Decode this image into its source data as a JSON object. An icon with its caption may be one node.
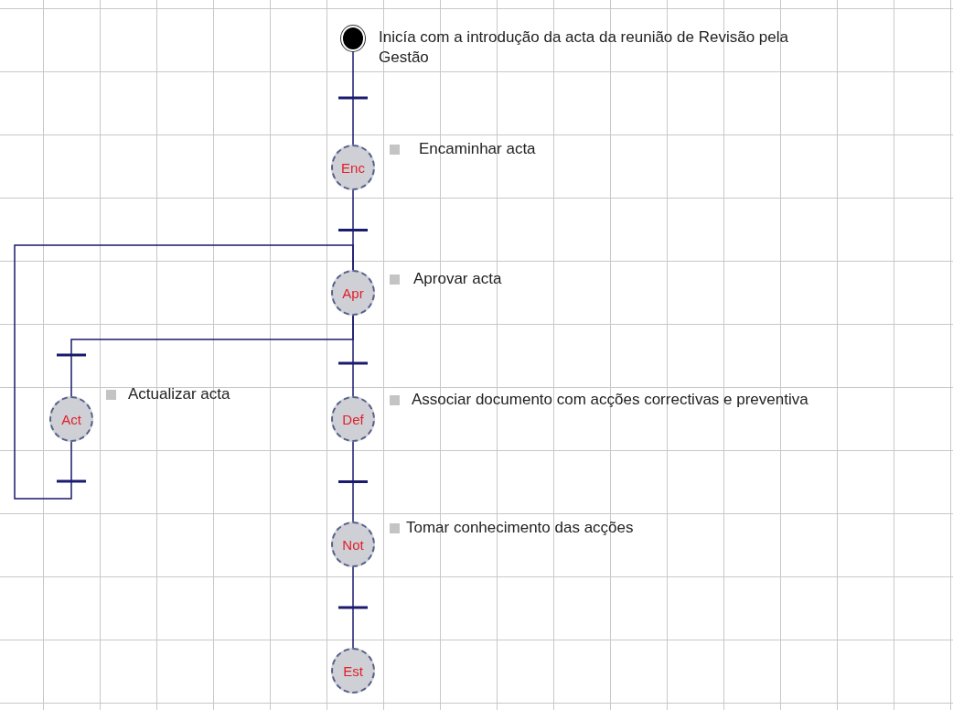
{
  "diagram": {
    "nodes": [
      {
        "text": [],
        "shape": "circle",
        "beside": [
          "Inicía com a introdução da acta da reunião de Revisão pela Gestão"
        ]
      },
      {
        "text": [
          "Enc"
        ],
        "beside": [
          "Encaminhar acta"
        ]
      },
      {
        "text": [
          "Apr"
        ],
        "beside": [
          "Aprovar acta"
        ]
      },
      {
        "text": [
          "Act"
        ],
        "beside": [
          "Actualizar acta"
        ]
      },
      {
        "text": [
          "Def"
        ],
        "beside": [
          "Associar documento com acções correctivas e preventiva"
        ]
      },
      {
        "text": [
          "Not"
        ],
        "beside": [
          "Tomar conhecimento das acções"
        ]
      },
      {
        "text": [
          "Est"
        ]
      }
    ],
    "edges": [
      {
        "from": 0,
        "to": 1,
        "arrow": "none"
      },
      {
        "from": 1,
        "to": 2,
        "arrow": "none"
      },
      {
        "from": 2,
        "to": 4,
        "arrow": "none"
      },
      {
        "from": 2,
        "to": 3,
        "arrow": "none"
      },
      {
        "from": 3,
        "to": 2,
        "arrow": "none"
      },
      {
        "from": 4,
        "to": 5,
        "arrow": "none"
      },
      {
        "from": 5,
        "to": 6,
        "arrow": "none"
      }
    ]
  }
}
